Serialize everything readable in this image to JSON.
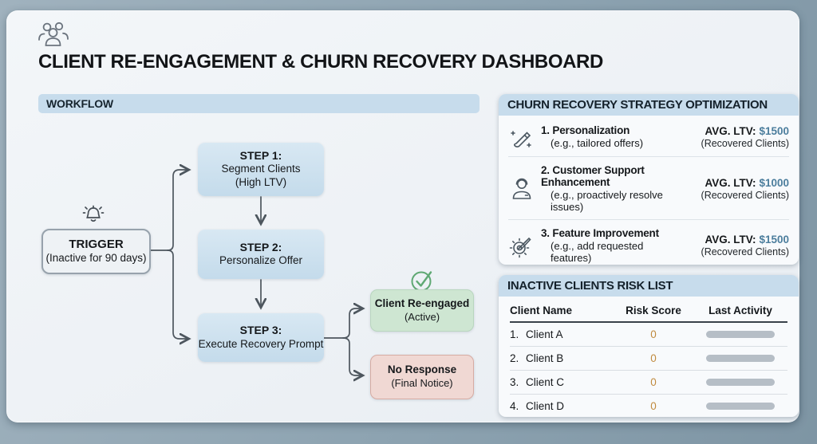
{
  "header": {
    "title": "CLIENT RE-ENGAGEMENT & CHURN RECOVERY DASHBOARD",
    "icon": "people-group-icon"
  },
  "workflow": {
    "section_title": "WORKFLOW",
    "trigger": {
      "icon": "bell-icon",
      "title": "TRIGGER",
      "subtitle": "(Inactive for 90 days)"
    },
    "steps": [
      {
        "label": "STEP 1:",
        "line1": "Segment Clients",
        "line2": "(High LTV)"
      },
      {
        "label": "STEP 2:",
        "line1": "Personalize Offer"
      },
      {
        "label": "STEP 3:",
        "line1": "Execute Recovery Prompt"
      }
    ],
    "outcomes": {
      "positive": {
        "icon": "check-circle-icon",
        "title": "Client Re-engaged",
        "subtitle": "(Active)",
        "color": "#cee6d2"
      },
      "negative": {
        "title": "No Response",
        "subtitle": "(Final Notice)",
        "color": "#f0d8d3"
      }
    }
  },
  "strategy_panel": {
    "section_title": "CHURN RECOVERY STRATEGY OPTIMIZATION",
    "items": [
      {
        "icon": "paintbrush-icon",
        "name": "1. Personalization",
        "example": "(e.g., tailored offers)",
        "ltv_label": "AVG. LTV:",
        "ltv_value": "$1500",
        "ltv_note": "(Recovered Clients)"
      },
      {
        "icon": "support-agent-icon",
        "name": "2. Customer Support Enhancement",
        "example": "(e.g., proactively resolve issues)",
        "ltv_label": "AVG. LTV:",
        "ltv_value": "$1000",
        "ltv_note": "(Recovered Clients)"
      },
      {
        "icon": "gear-wrench-icon",
        "name": "3. Feature Improvement",
        "example": "(e.g., add requested features)",
        "ltv_label": "AVG. LTV:",
        "ltv_value": "$1500",
        "ltv_note": "(Recovered Clients)"
      }
    ]
  },
  "risk_panel": {
    "section_title": "INACTIVE CLIENTS RISK LIST",
    "columns": {
      "name": "Client Name",
      "score": "Risk Score",
      "activity": "Last Activity"
    },
    "rows": [
      {
        "index": "1.",
        "name": "Client A",
        "risk_score": "0"
      },
      {
        "index": "2.",
        "name": "Client B",
        "risk_score": "0"
      },
      {
        "index": "3.",
        "name": "Client C",
        "risk_score": "0"
      },
      {
        "index": "4.",
        "name": "Client D",
        "risk_score": "0"
      }
    ]
  },
  "colors": {
    "section_bar": "#c7dcec",
    "step_box": "#cddfee",
    "ltv_value": "#4c7e9d",
    "risk_score": "#c08a3e",
    "positive_box": "#cee6d2",
    "negative_box": "#f0d8d3",
    "frame": "#8da3b1"
  }
}
